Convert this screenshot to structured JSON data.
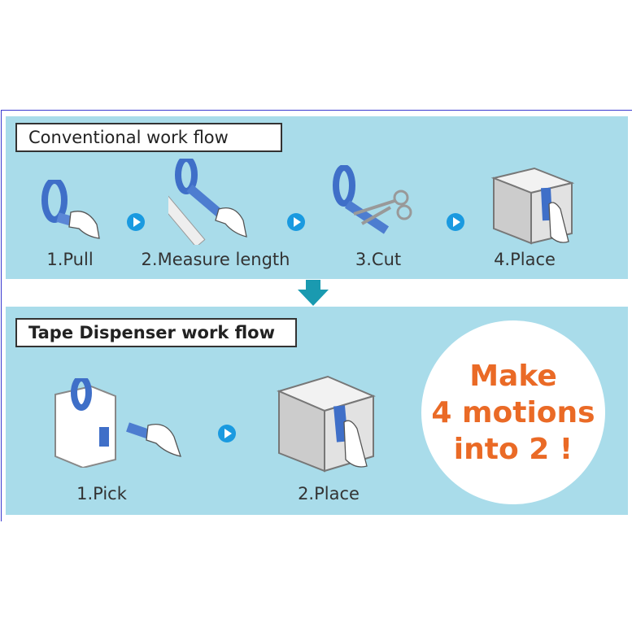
{
  "conventional": {
    "title": "Conventional work flow",
    "steps": [
      {
        "label": "1.Pull",
        "icon": "tape-pull-icon"
      },
      {
        "label": "2.Measure length",
        "icon": "tape-measure-icon"
      },
      {
        "label": "3.Cut",
        "icon": "scissors-cut-icon"
      },
      {
        "label": "4.Place",
        "icon": "box-place-icon"
      }
    ]
  },
  "dispenser": {
    "title": "Tape Dispenser work flow",
    "steps": [
      {
        "label": "1.Pick",
        "icon": "dispenser-pick-icon"
      },
      {
        "label": "2.Place",
        "icon": "box-place-icon"
      }
    ]
  },
  "callout": {
    "line1": "Make",
    "line2": "4 motions",
    "line3": "into 2 !"
  },
  "colors": {
    "panel": "#a9dcea",
    "tape": "#3f6fc8",
    "accent": "#ea6a26",
    "arrow": "#1a9ab0",
    "play": "#1a9ae0"
  }
}
